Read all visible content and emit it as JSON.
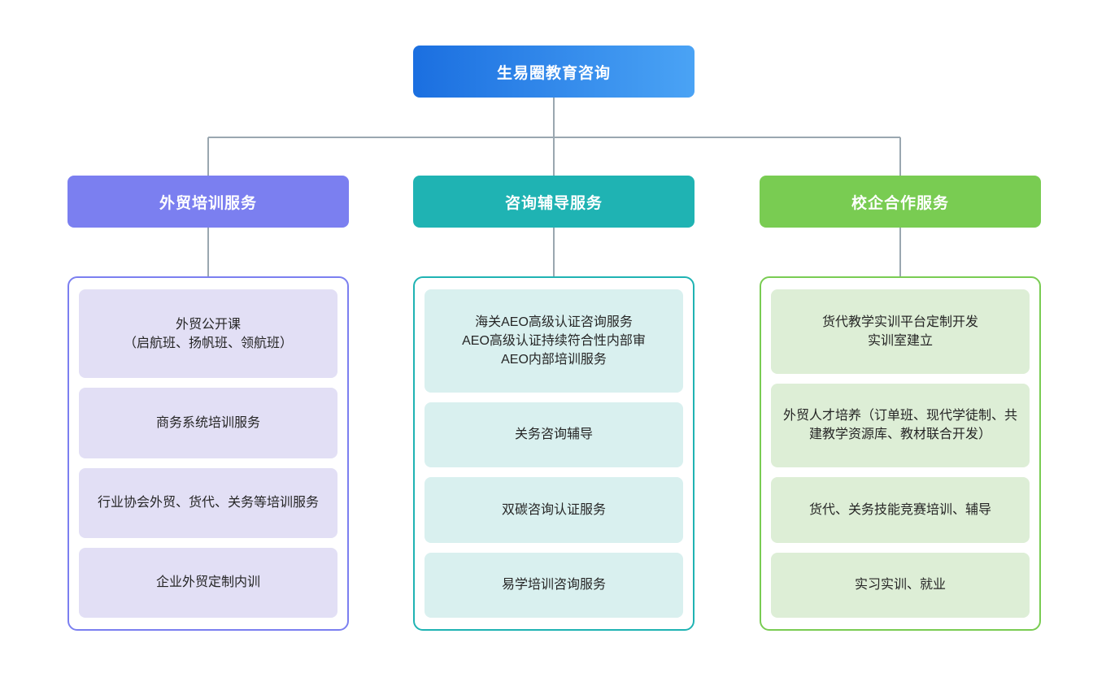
{
  "diagram": {
    "type": "organization-tree",
    "orientation": "top-down",
    "levels": 3,
    "connector_color": "#9aa7b0",
    "background_color": "#ffffff"
  },
  "root": {
    "label": "生易圈教育咨询",
    "gradient_from": "#1b6fe0",
    "gradient_to": "#4aa3f5",
    "text_color": "#ffffff"
  },
  "branches": [
    {
      "header": "外贸培训服务",
      "accent_color": "#7b7ff0",
      "card_color": "#e2dff5",
      "items": [
        "外贸公开课\n（启航班、扬帆班、领航班）",
        "商务系统培训服务",
        "行业协会外贸、货代、关务等培训服务",
        "企业外贸定制内训"
      ]
    },
    {
      "header": "咨询辅导服务",
      "accent_color": "#1fb3b3",
      "card_color": "#d9f0ef",
      "items": [
        "海关AEO高级认证咨询服务\nAEO高级认证持续符合性内部审\nAEO内部培训服务",
        "关务咨询辅导",
        "双碳咨询认证服务",
        "易学培训咨询服务"
      ]
    },
    {
      "header": "校企合作服务",
      "accent_color": "#79cc52",
      "card_color": "#ddeed6",
      "items": [
        "货代教学实训平台定制开发\n实训室建立",
        "外贸人才培养（订单班、现代学徒制、共建教学资源库、教材联合开发）",
        "货代、关务技能竞赛培训、辅导",
        "实习实训、就业"
      ]
    }
  ]
}
